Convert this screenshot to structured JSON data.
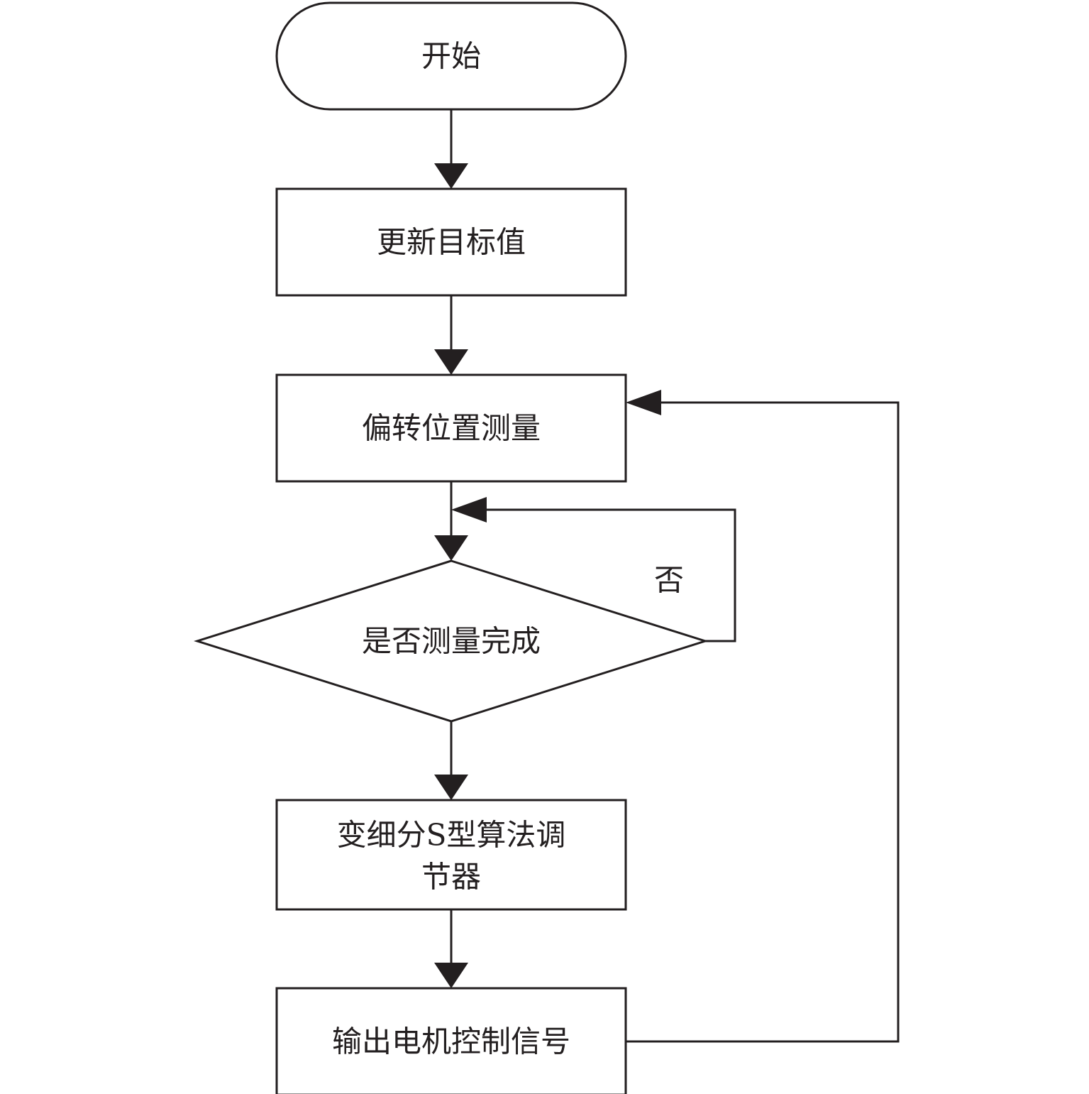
{
  "colors": {
    "stroke": "#231f20",
    "fill": "#ffffff",
    "text": "#231f20"
  },
  "nodes": {
    "start": {
      "shape": "terminator",
      "label": "开始"
    },
    "update_target": {
      "shape": "process",
      "label": "更新目标值"
    },
    "measure_position": {
      "shape": "process",
      "label": "偏转位置测量"
    },
    "check_complete": {
      "shape": "decision",
      "label": "是否测量完成"
    },
    "s_curve_regulator": {
      "shape": "process",
      "label_line1": "变细分S型算法调",
      "label_line2": "节器"
    },
    "output_signal": {
      "shape": "process",
      "label": "输出电机控制信号"
    }
  },
  "edges": {
    "no_label": "否"
  }
}
